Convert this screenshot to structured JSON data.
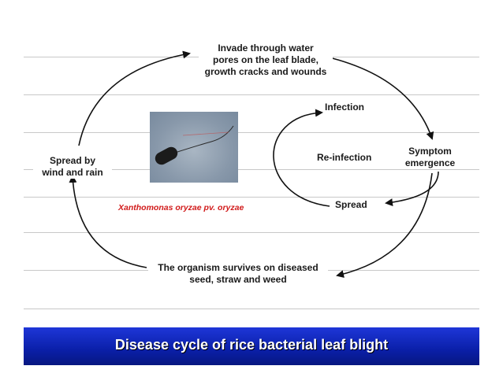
{
  "labels": {
    "invade": [
      "Invade through water",
      "pores on the leaf blade,",
      "growth cracks and wounds"
    ],
    "infection": "Infection",
    "symptom": [
      "Symptom",
      "emergence"
    ],
    "reinfection": "Re-infection",
    "spread": "Spread",
    "spread_by": [
      "Spread by",
      "wind and rain"
    ],
    "survives": [
      "The organism survives on diseased",
      "seed, straw and weed"
    ],
    "species": "Xanthomonas oryzae pv. oryzae"
  },
  "banner": {
    "title": "Disease cycle of rice bacterial leaf blight"
  },
  "colors": {
    "banner": "#0a1fa8",
    "species_text": "#d11a1a",
    "arrow": "#111111"
  }
}
